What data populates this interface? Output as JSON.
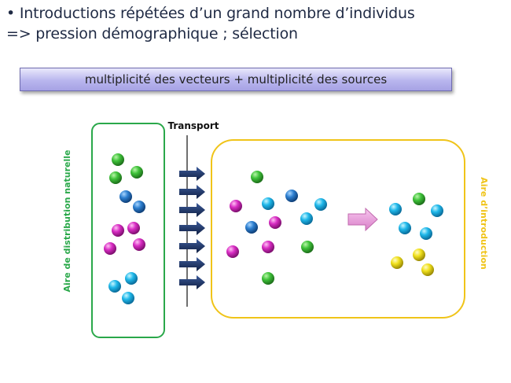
{
  "text": {
    "line1": "• Introductions répétées d’un grand nombre d’individus",
    "line2": "=> pression démographique ; sélection",
    "banner": "multiplicité des vecteurs + multiplicité des sources",
    "transport": "Transport",
    "native_area": "Aire de distribution naturelle",
    "intro_area": "Aire d’introduction"
  },
  "colors": {
    "native_box": "#2aa84a",
    "intro_box": "#f0c419",
    "arrow": "#1c2f5c",
    "process_arrow": "#e79ad8"
  }
}
